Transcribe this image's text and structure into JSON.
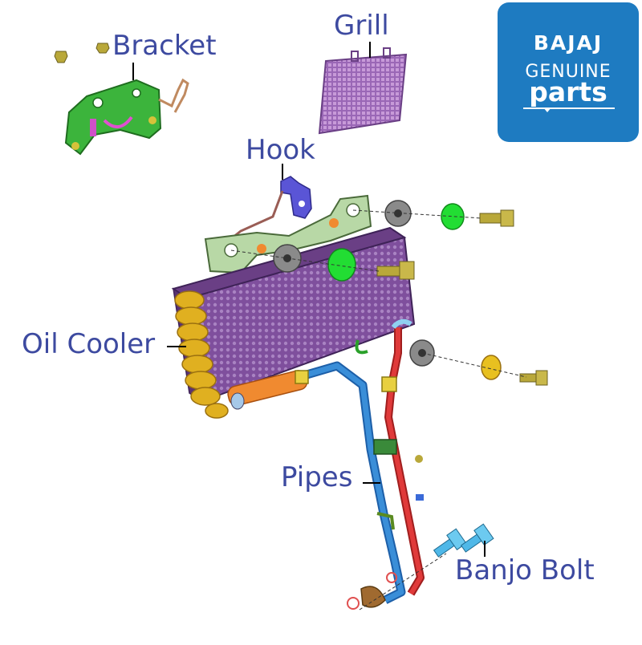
{
  "labels": {
    "bracket": "Bracket",
    "grill": "Grill",
    "hook": "Hook",
    "oil_cooler": "Oil Cooler",
    "pipes": "Pipes",
    "banjo_bolt": "Banjo Bolt"
  },
  "logo": {
    "brand": "BAJAJ",
    "line2": "GENUINE",
    "line3": "parts",
    "background": "#1e7bc1"
  },
  "colors": {
    "label_text": "#3d4aa0",
    "cooler_body": "#8a5ba6",
    "bracket": "#3cb43c",
    "washer_green": "#22dd33",
    "pipe_blue": "#3a8ed8",
    "pipe_red": "#e03a3a",
    "fins_gold": "#e0b020",
    "bolt_olive": "#b9a83a"
  }
}
